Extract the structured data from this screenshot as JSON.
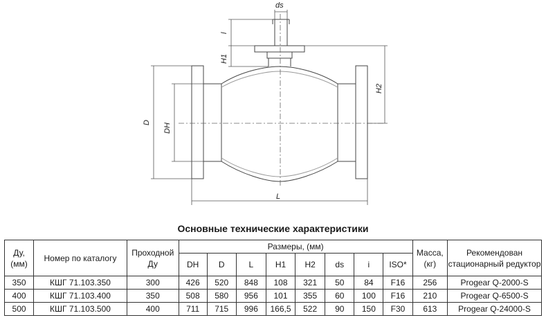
{
  "drawing": {
    "labels": {
      "ds": "ds",
      "l": "l",
      "h1": "H1",
      "h2": "H2",
      "d": "D",
      "dh": "DH",
      "L": "L"
    }
  },
  "caption": "Основные технические характеристики",
  "table": {
    "headers": {
      "du": "Ду, (мм)",
      "catalog": "Номер по каталогу",
      "bore": "Проходной Ду",
      "sizes": "Размеры, (мм)",
      "mass": "Масса, (кг)",
      "gear": "Рекомендован стационарный редуктор"
    },
    "sub_headers": [
      "DH",
      "D",
      "L",
      "H1",
      "H2",
      "ds",
      "i",
      "ISO*"
    ],
    "rows": [
      [
        "350",
        "КШГ 71.103.350",
        "300",
        "426",
        "520",
        "848",
        "108",
        "321",
        "50",
        "84",
        "F16",
        "256",
        "Progear Q-2000-S"
      ],
      [
        "400",
        "КШГ 71.103.400",
        "350",
        "508",
        "580",
        "956",
        "101",
        "355",
        "60",
        "100",
        "F16",
        "210",
        "Progear Q-6500-S"
      ],
      [
        "500",
        "КШГ 71.103.500",
        "400",
        "711",
        "715",
        "996",
        "166,5",
        "522",
        "90",
        "150",
        "F30",
        "613",
        "Progear Q-24000-S"
      ]
    ]
  }
}
